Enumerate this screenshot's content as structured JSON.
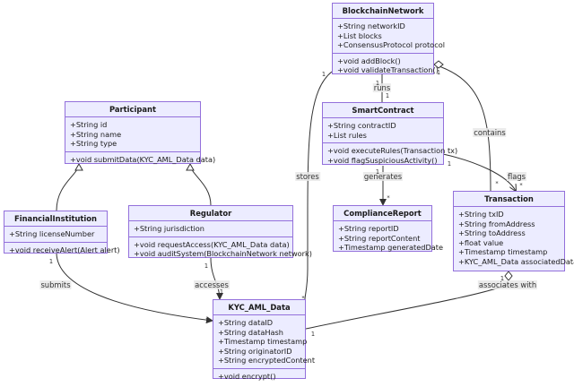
{
  "classes": {
    "blockchain_network": {
      "name": "BlockchainNetwork",
      "attributes": [
        "+String networkID",
        "+List blocks",
        "+ConsensusProtocol protocol"
      ],
      "methods": [
        "+void addBlock()",
        "+void validateTransaction()"
      ]
    },
    "participant": {
      "name": "Participant",
      "attributes": [
        "+String id",
        "+String name",
        "+String type"
      ],
      "methods": [
        "+void submitData(KYC_AML_Data data)"
      ]
    },
    "smart_contract": {
      "name": "SmartContract",
      "attributes": [
        "+String contractID",
        "+List rules"
      ],
      "methods": [
        "+void executeRules(Transaction tx)",
        "+void flagSuspiciousActivity()"
      ]
    },
    "financial_institution": {
      "name": "FinancialInstitution",
      "attributes": [
        "+String licenseNumber"
      ],
      "methods": [
        "+void receiveAlert(Alert alert)"
      ]
    },
    "regulator": {
      "name": "Regulator",
      "attributes": [
        "+String jurisdiction"
      ],
      "methods": [
        "+void requestAccess(KYC_AML_Data data)",
        "+void auditSystem(BlockchainNetwork network)"
      ]
    },
    "compliance_report": {
      "name": "ComplianceReport",
      "attributes": [
        "+String reportID",
        "+String reportContent",
        "+Timestamp generatedDate"
      ],
      "methods": []
    },
    "transaction": {
      "name": "Transaction",
      "attributes": [
        "+String txID",
        "+String fromAddress",
        "+String toAddress",
        "+float value",
        "+Timestamp timestamp",
        "+KYC_AML_Data associatedData"
      ],
      "methods": []
    },
    "kyc_aml_data": {
      "name": "KYC_AML_Data",
      "attributes": [
        "+String dataID",
        "+String dataHash",
        "+Timestamp timestamp",
        "+String originatorID",
        "+String encryptedContent"
      ],
      "methods": [
        "+void encrypt()"
      ]
    }
  },
  "relations": {
    "runs": "runs",
    "contains": "contains",
    "stores": "stores",
    "generates": "generates",
    "flags": "flags",
    "accesses": "accesses",
    "submits": "submits",
    "associates_with": "associates with"
  },
  "cardinality": {
    "one": "1",
    "many": "*"
  },
  "colors": {
    "class_fill": "#ececff",
    "class_border": "#9370db",
    "line": "#333333"
  }
}
